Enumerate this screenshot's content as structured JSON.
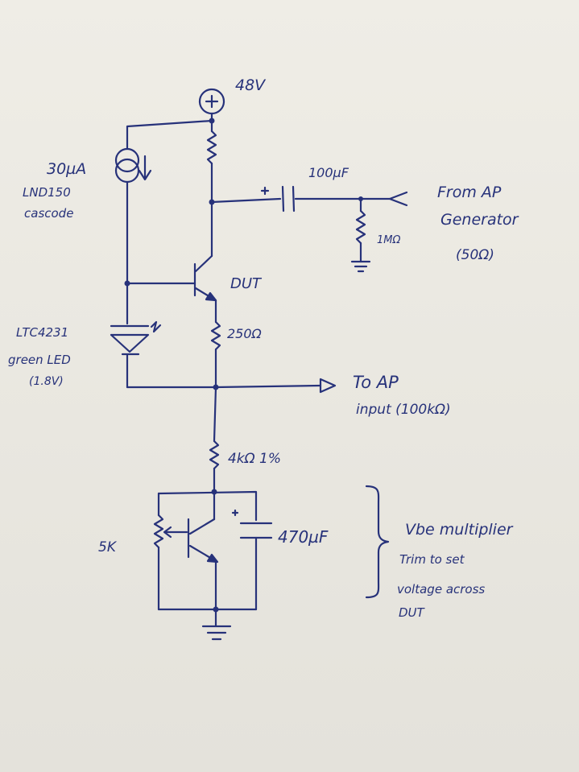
{
  "labels": {
    "supply": "48V",
    "current_source_value": "30µA",
    "current_source_part": "LND150",
    "current_source_role": "cascode",
    "coupling_cap": "100µF",
    "bias_resistor": "1MΩ",
    "from_ap_line1": "From AP",
    "from_ap_line2": "Generator",
    "from_ap_line3": "(50Ω)",
    "dut": "DUT",
    "led_part": "LTC4231",
    "led_type": "green LED",
    "led_voltage": "(1.8V)",
    "emitter_resistor": "250Ω",
    "to_ap_line1": "To AP",
    "to_ap_line2": "input (100kΩ)",
    "series_resistor": "4kΩ 1%",
    "trim_pot": "5K",
    "vbe_cap": "470µF",
    "vbe_line1": "Vbe multiplier",
    "vbe_line2": "Trim to set",
    "vbe_line3": "voltage across",
    "vbe_line4": "DUT"
  }
}
